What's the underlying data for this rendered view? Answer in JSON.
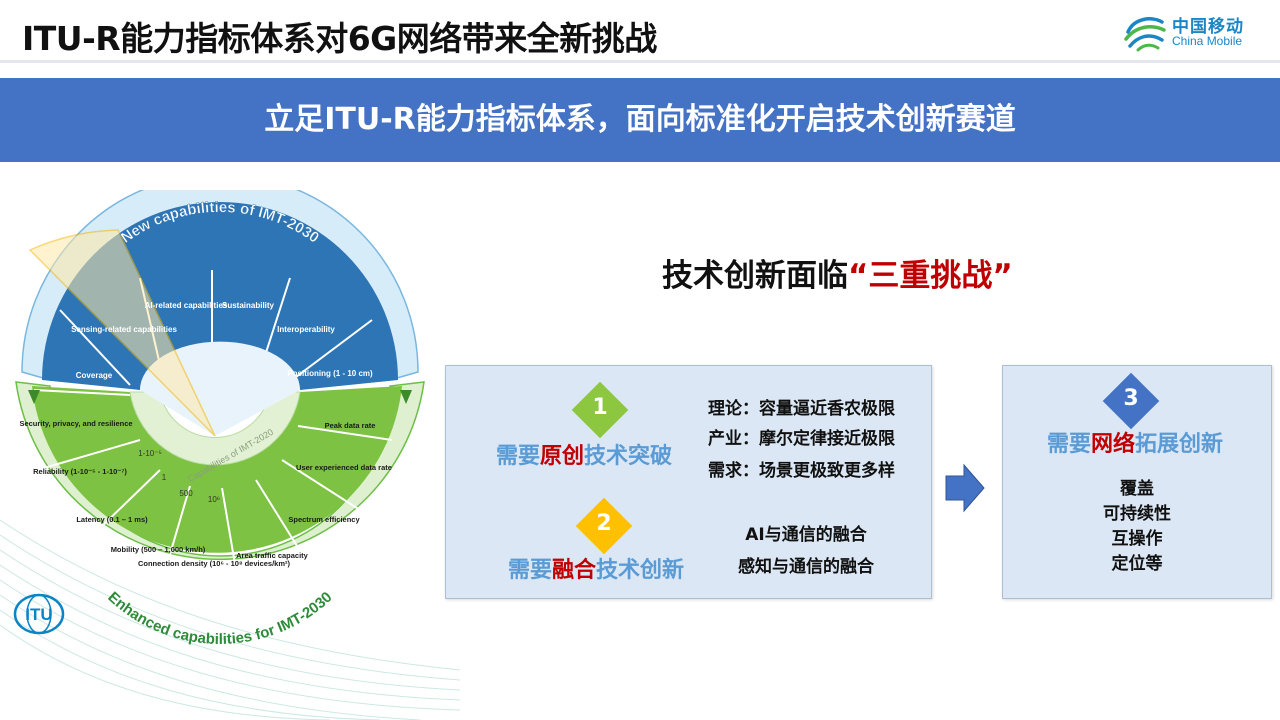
{
  "slide": {
    "title": "ITU-R能力指标体系对6G网络带来全新挑战",
    "banner": "立足ITU-R能力指标体系，面向标准化开启技术创新赛道"
  },
  "logo": {
    "cn": "中国移动",
    "en": "China Mobile"
  },
  "wheel": {
    "top_arc_label": "New capabilities of IMT-2030",
    "bottom_arc_label": "Enhanced capabilities for IMT-2030",
    "inner_ring_label": "Capabilities of IMT-2020",
    "new_caps": [
      "Coverage",
      "Sensing-related capabilities",
      "AI-related capabilities",
      "Sustainability",
      "Interoperability",
      "Positioning (1 - 10 cm)"
    ],
    "enhanced_caps": [
      "Peak data rate",
      "User experienced data rate",
      "Spectrum efficiency",
      "Area traffic capacity",
      "Connection density (10⁶ - 10⁸ devices/km²)",
      "Mobility (500 – 1,000 km/h)",
      "Latency (0.1 – 1 ms)",
      "Reliability (1-10⁻⁵ - 1-10⁻⁷)",
      "Security, privacy, and resilience"
    ],
    "inner_values": [
      "1-10⁻⁵",
      "1",
      "500",
      "10⁶"
    ]
  },
  "itu_logo_text": "ITU",
  "challenges": {
    "heading_pre": "技术创新面临",
    "heading_quote": "“三重挑战”",
    "items": [
      {
        "num": "1",
        "lead_pre": "需要",
        "lead_emph": "原创",
        "lead_post": "技术突破",
        "details": [
          "理论：容量逼近香农极限",
          "产业：摩尔定律接近极限",
          "需求：场景更极致更多样"
        ]
      },
      {
        "num": "2",
        "lead_pre": "需要",
        "lead_emph": "融合",
        "lead_post": "技术创新",
        "details": [
          "AI与通信的融合",
          "感知与通信的融合"
        ]
      },
      {
        "num": "3",
        "lead_pre": "需要",
        "lead_emph": "网络",
        "lead_post": "拓展创新",
        "details": [
          "覆盖",
          "可持续性",
          "互操作",
          "定位等"
        ]
      }
    ]
  },
  "colors": {
    "banner": "#4472c4",
    "accent_red": "#c00000",
    "lead_blue": "#5b9bd5",
    "diamond1": "#8dc63f",
    "diamond2": "#ffc000",
    "diamond3": "#4472c4",
    "panel": "#dbe7f4"
  }
}
